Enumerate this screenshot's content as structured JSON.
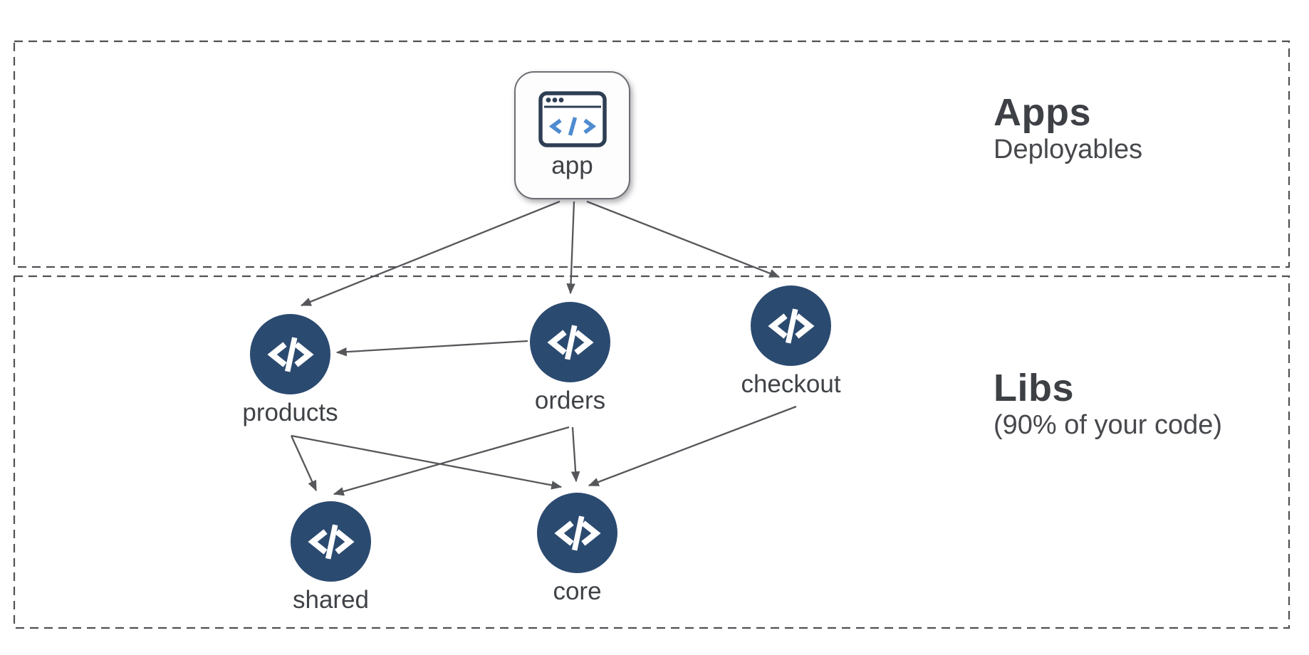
{
  "diagram": {
    "sections": [
      {
        "id": "apps",
        "title": "Apps",
        "subtitle": "Deployables"
      },
      {
        "id": "libs",
        "title": "Libs",
        "subtitle": "(90% of your code)"
      }
    ],
    "nodes": [
      {
        "id": "app",
        "label": "app",
        "type": "application",
        "icon": "browser-code-icon"
      },
      {
        "id": "products",
        "label": "products",
        "type": "library",
        "icon": "code-icon"
      },
      {
        "id": "orders",
        "label": "orders",
        "type": "library",
        "icon": "code-icon"
      },
      {
        "id": "checkout",
        "label": "checkout",
        "type": "library",
        "icon": "code-icon"
      },
      {
        "id": "shared",
        "label": "shared",
        "type": "library",
        "icon": "code-icon"
      },
      {
        "id": "core",
        "label": "core",
        "type": "library",
        "icon": "code-icon"
      }
    ],
    "edges": [
      {
        "from": "app",
        "to": "products"
      },
      {
        "from": "app",
        "to": "orders"
      },
      {
        "from": "app",
        "to": "checkout"
      },
      {
        "from": "orders",
        "to": "products"
      },
      {
        "from": "products",
        "to": "shared"
      },
      {
        "from": "products",
        "to": "core"
      },
      {
        "from": "orders",
        "to": "shared"
      },
      {
        "from": "orders",
        "to": "core"
      },
      {
        "from": "checkout",
        "to": "core"
      }
    ],
    "colors": {
      "node_fill": "#2b4a70",
      "icon_glyph": "#ffffff",
      "arrow": "#56575b",
      "dashed_border": "#515156",
      "text": "#3e4145",
      "app_icon_frame": "#2e3f54",
      "app_icon_code": "#4e8bd0"
    }
  }
}
